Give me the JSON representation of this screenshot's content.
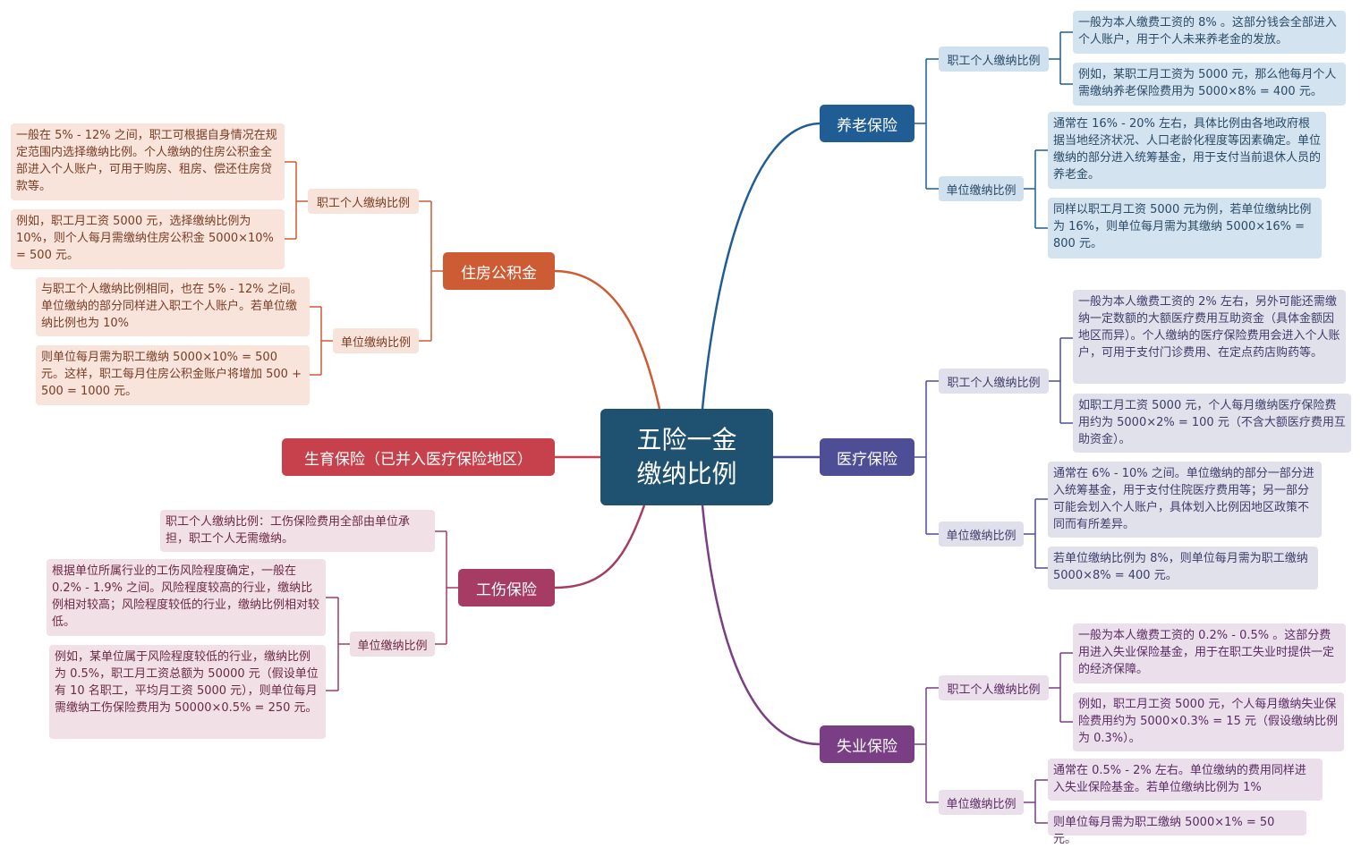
{
  "center": {
    "line1": "五险一金",
    "line2": "缴纳比例"
  },
  "branches": {
    "pension": {
      "label": "养老保险",
      "personal": {
        "label": "职工个人缴纳比例",
        "leaf1": "一般为本人缴费工资的 8% 。这部分钱会全部进入个人账户，用于个人未来养老金的发放。",
        "leaf2": "例如，某职工月工资为 5000 元，那么他每月个人需缴纳养老保险费用为 5000×8% = 400 元。"
      },
      "employer": {
        "label": "单位缴纳比例",
        "leaf1": "通常在 16% - 20% 左右，具体比例由各地政府根据当地经济状况、人口老龄化程度等因素确定。单位缴纳的部分进入统筹基金，用于支付当前退休人员的养老金。",
        "leaf2": "同样以职工月工资 5000 元为例，若单位缴纳比例为 16%，则单位每月需为其缴纳 5000×16% = 800 元。"
      }
    },
    "medical": {
      "label": "医疗保险",
      "personal": {
        "label": "职工个人缴纳比例",
        "leaf1": "一般为本人缴费工资的 2% 左右，另外可能还需缴纳一定数额的大额医疗费用互助资金（具体金额因地区而异）。个人缴纳的医疗保险费用会进入个人账户，可用于支付门诊费用、在定点药店购药等。",
        "leaf2": "如职工月工资 5000 元，个人每月缴纳医疗保险费用约为 5000×2% = 100 元（不含大额医疗费用互助资金）。"
      },
      "employer": {
        "label": "单位缴纳比例",
        "leaf1": "通常在 6% - 10% 之间。单位缴纳的部分一部分进入统筹基金，用于支付住院医疗费用等；另一部分可能会划入个人账户，具体划入比例因地区政策不同而有所差异。",
        "leaf2": "若单位缴纳比例为 8%，则单位每月需为职工缴纳 5000×8% = 400 元。"
      }
    },
    "unemployment": {
      "label": "失业保险",
      "personal": {
        "label": "职工个人缴纳比例",
        "leaf1": "一般为本人缴费工资的 0.2% - 0.5% 。这部分费用进入失业保险基金，用于在职工失业时提供一定的经济保障。",
        "leaf2": "例如，职工月工资 5000 元，个人每月缴纳失业保险费用约为 5000×0.3% = 15 元（假设缴纳比例为 0.3%）。"
      },
      "employer": {
        "label": "单位缴纳比例",
        "leaf1": "通常在 0.5% - 2% 左右。单位缴纳的费用同样进入失业保险基金。若单位缴纳比例为 1%",
        "leaf2": "则单位每月需为职工缴纳 5000×1% = 50 元。"
      }
    },
    "housing": {
      "label": "住房公积金",
      "personal": {
        "label": "职工个人缴纳比例",
        "leaf1": "一般在 5% - 12% 之间，职工可根据自身情况在规定范围内选择缴纳比例。个人缴纳的住房公积金全部进入个人账户，可用于购房、租房、偿还住房贷款等。",
        "leaf2": "例如，职工月工资 5000 元，选择缴纳比例为 10%，则个人每月需缴纳住房公积金 5000×10% = 500 元。"
      },
      "employer": {
        "label": "单位缴纳比例",
        "leaf1": "与职工个人缴纳比例相同，也在 5% - 12% 之间。单位缴纳的部分同样进入职工个人账户。若单位缴纳比例也为 10%",
        "leaf2": "则单位每月需为职工缴纳 5000×10% = 500 元。这样，职工每月住房公积金账户将增加 500 + 500 = 1000 元。"
      }
    },
    "maternity": {
      "label": "生育保险（已并入医疗保险地区）"
    },
    "injury": {
      "label": "工伤保险",
      "personal_leaf": "职工个人缴纳比例：工伤保险费用全部由单位承担，职工个人无需缴纳。",
      "employer": {
        "label": "单位缴纳比例",
        "leaf1": "根据单位所属行业的工伤风险程度确定，一般在 0.2% - 1.9% 之间。风险程度较高的行业，缴纳比例相对较高；风险程度较低的行业，缴纳比例相对较低。",
        "leaf2": "例如，某单位属于风险程度较低的行业，缴纳比例为 0.5%，职工月工资总额为 50000 元（假设单位有 10 名职工，平均月工资 5000 元），则单位每月需缴纳工伤保险费用为 50000×0.5% = 250 元。"
      }
    }
  },
  "colors": {
    "pension": "#1f5d94",
    "medical": "#4e4e97",
    "unemployment": "#7a3e84",
    "housing": "#cd5b34",
    "maternity": "#c6414b",
    "injury": "#a63b63",
    "center": "#1f5270"
  }
}
